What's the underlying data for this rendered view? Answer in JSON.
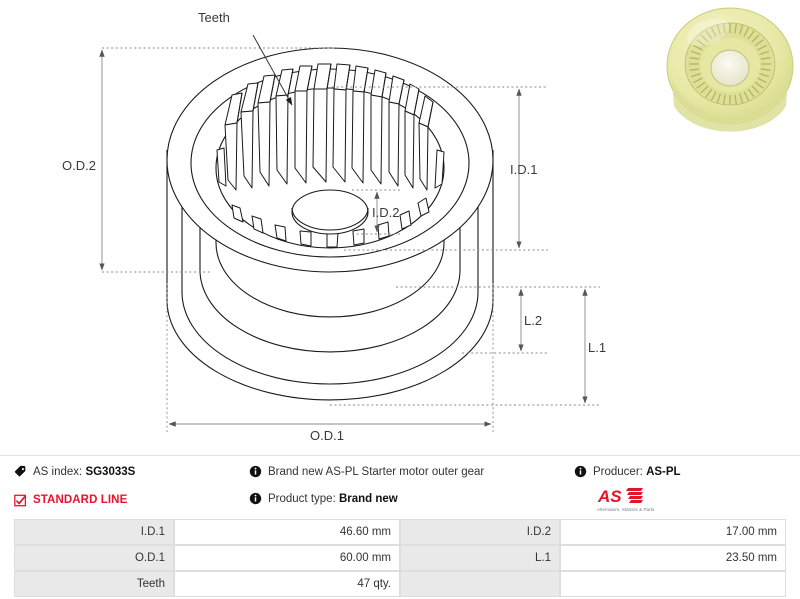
{
  "drawing": {
    "callout_teeth": "Teeth",
    "dimensions": {
      "od2": "O.D.2",
      "od1": "O.D.1",
      "id1": "I.D.1",
      "id2": "I.D.2",
      "l1": "L.1",
      "l2": "L.2"
    }
  },
  "photo": {
    "alt": "yellow plastic starter motor outer gear",
    "body_color": "#e8e9a8",
    "rim_color": "#d8da8c",
    "bore_color": "#f6f4e2"
  },
  "info": {
    "as_index_label": "AS index:",
    "as_index_value": "SG3033S",
    "standard_line": "STANDARD LINE",
    "description": "Brand new AS-PL Starter motor outer gear",
    "product_type_label": "Product type:",
    "product_type_value": "Brand new",
    "producer_label": "Producer:",
    "producer_value": "AS-PL",
    "icons": {
      "tag": "tag-icon",
      "check": "checkbox-checked-icon",
      "info": "info-icon"
    },
    "accent_red": "#e8142d"
  },
  "brand": {
    "name": "AS",
    "tagline": "Alternators, Starters & Parts",
    "color": "#e3132b"
  },
  "spec_table": {
    "rows": [
      {
        "label_left": "I.D.1",
        "value_left": "46.60 mm",
        "label_right": "I.D.2",
        "value_right": "17.00 mm"
      },
      {
        "label_left": "O.D.1",
        "value_left": "60.00 mm",
        "label_right": "L.1",
        "value_right": "23.50 mm"
      },
      {
        "label_left": "Teeth",
        "value_left": "47 qty.",
        "label_right": "",
        "value_right": ""
      }
    ]
  }
}
